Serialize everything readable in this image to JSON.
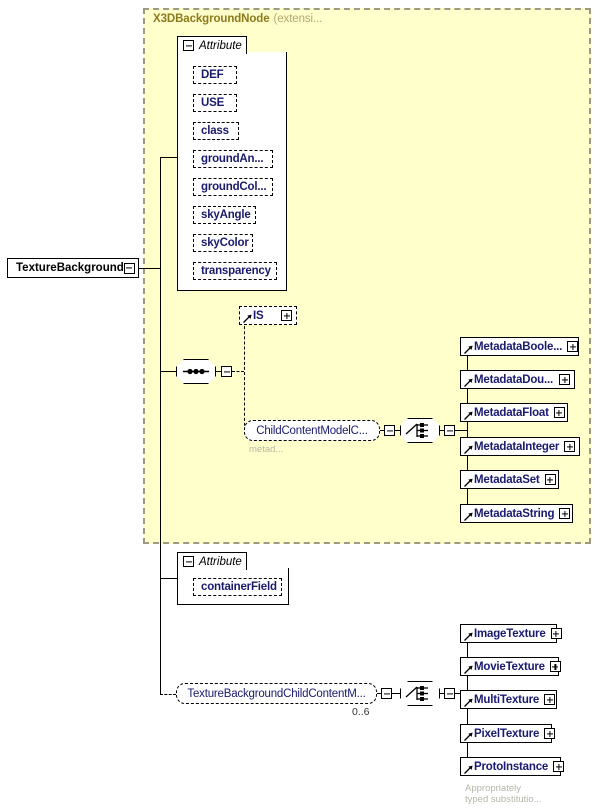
{
  "diagram": {
    "title": "TextureBackground XML Schema diagram",
    "root_element": "TextureBackground",
    "extension_group": {
      "name": "X3DBackgroundNode",
      "suffix": "(extensi...",
      "color": "#ffffcc",
      "border_color": "#9a9a86"
    },
    "attribute_group_label": "Attribute",
    "attributes_primary": [
      "DEF",
      "USE",
      "class",
      "groundAn...",
      "groundCol...",
      "skyAngle",
      "skyColor",
      "transparency"
    ],
    "attributes_secondary": [
      "containerField"
    ],
    "sequence_children": {
      "is_element": "IS",
      "child_content_model": "ChildContentModelC...",
      "child_content_model_annotation": "metad..."
    },
    "metadata_choices": [
      "MetadataBoole...",
      "MetadataDou...",
      "MetadataFloat",
      "MetadataInteger",
      "MetadataSet",
      "MetadataString"
    ],
    "texture_group": {
      "reference": "TextureBackgroundChildContentM...",
      "cardinality": "0..6",
      "annotation_line1": "Appropriately",
      "annotation_line2": "typed substitutio..."
    },
    "texture_choices": [
      "ImageTexture",
      "MovieTexture",
      "MultiTexture",
      "PixelTexture",
      "ProtoInstance"
    ]
  }
}
